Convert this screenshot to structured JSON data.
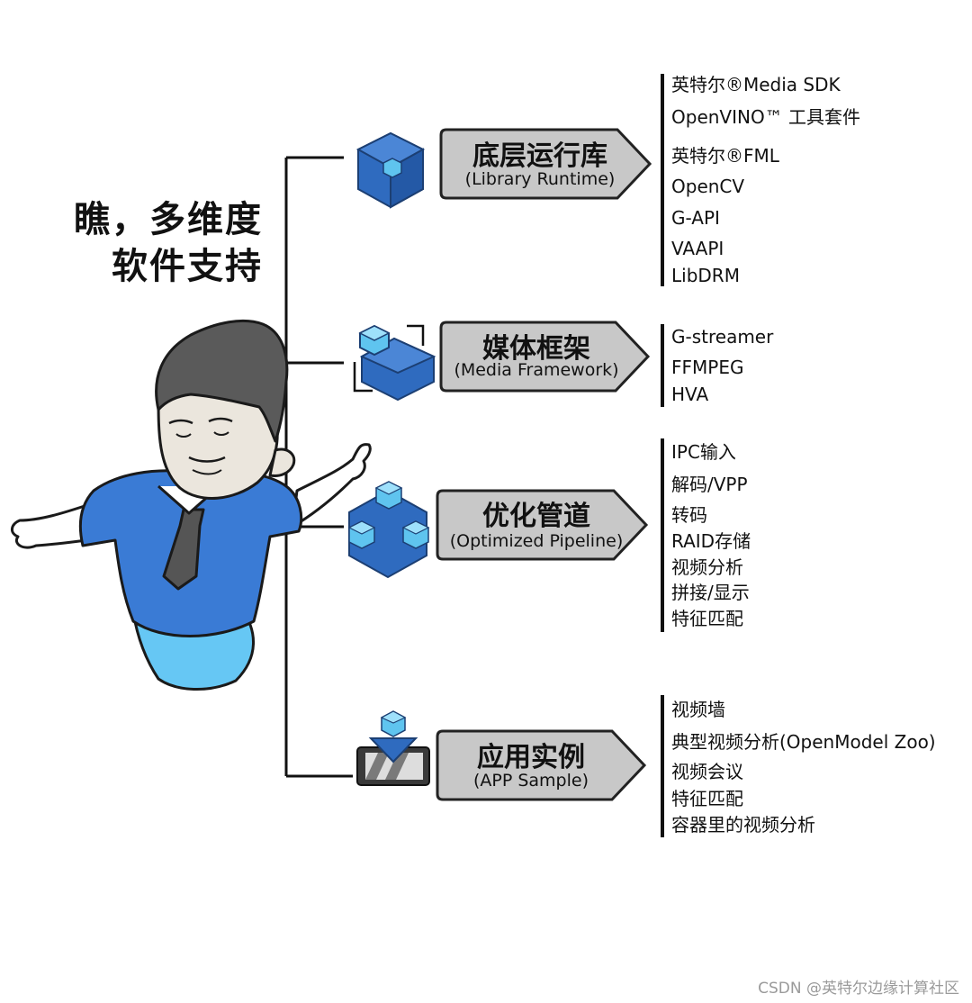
{
  "headline": {
    "line1": "瞧，多维度",
    "line2": "软件支持"
  },
  "colors": {
    "cube_dark": "#2f6bbf",
    "cube_light": "#5fc4ef",
    "shirt": "#3a7bd5",
    "pants": "#66c7f4",
    "banner_fill": "#c8c8c8",
    "banner_stroke": "#222222"
  },
  "categories": [
    {
      "title": "底层运行库",
      "subtitle": "(Library Runtime)",
      "icon": "cube-icon",
      "items": [
        "英特尔®Media SDK",
        "OpenVINO™ 工具套件",
        "英特尔®FML",
        "OpenCV",
        "G-API",
        "VAAPI",
        "LibDRM"
      ]
    },
    {
      "title": "媒体框架",
      "subtitle": "(Media Framework)",
      "icon": "cubes-framework-icon",
      "items": [
        "G-streamer",
        "FFMPEG",
        "HVA"
      ]
    },
    {
      "title": "优化管道",
      "subtitle": "(Optimized Pipeline)",
      "icon": "hexagon-cubes-icon",
      "items": [
        "IPC输入",
        "解码/VPP",
        "转码",
        "RAID存储",
        "视频分析",
        "拼接/显示",
        "特征匹配"
      ]
    },
    {
      "title": "应用实例",
      "subtitle": "(APP Sample)",
      "icon": "tablet-download-icon",
      "items": [
        "视频墙",
        "典型视频分析(OpenModel Zoo)",
        "视频会议",
        "特征匹配",
        "容器里的视频分析"
      ]
    }
  ],
  "character": {
    "icon": "cartoon-man-illustration"
  },
  "watermark": "CSDN @英特尔边缘计算社区"
}
